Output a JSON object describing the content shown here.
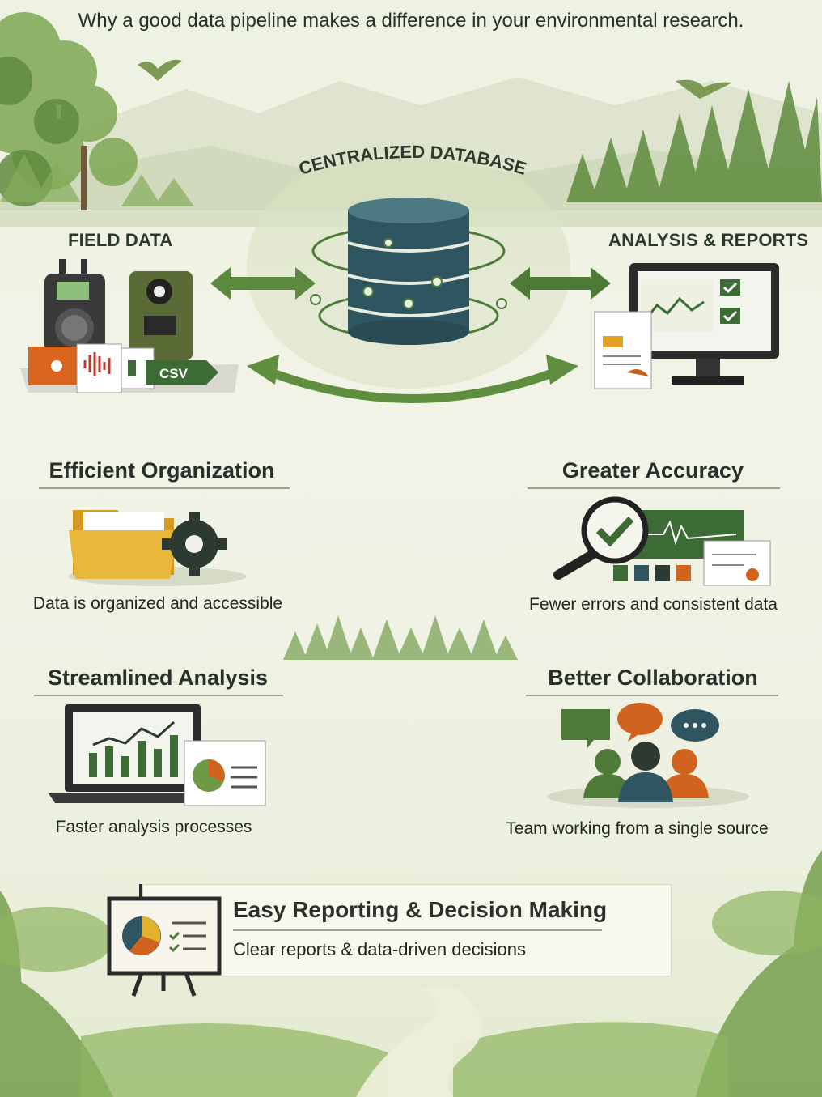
{
  "headline": "Why a good data pipeline makes a difference in your environmental research.",
  "pipeline": {
    "center_label": "CENTRALIZED DATABASE",
    "left_label": "FIELD DATA",
    "right_label": "ANALYSIS & REPORTS",
    "file_badge": "CSV"
  },
  "benefits": {
    "organization": {
      "title": "Efficient Organization",
      "desc": "Data is organized and accessible"
    },
    "accuracy": {
      "title": "Greater Accuracy",
      "desc": "Fewer errors and consistent data"
    },
    "analysis": {
      "title": "Streamlined Analysis",
      "desc": "Faster analysis processes"
    },
    "collaboration": {
      "title": "Better Collaboration",
      "desc": "Team working from a single source"
    }
  },
  "reporting": {
    "title": "Easy Reporting & Decision Making",
    "desc": "Clear reports & data-driven decisions"
  },
  "colors": {
    "dark_green": "#3d6b35",
    "db_blue": "#2f5560",
    "accent_orange": "#d0641e",
    "folder_yellow": "#e3b12c",
    "muted_green": "#6f9a45"
  }
}
